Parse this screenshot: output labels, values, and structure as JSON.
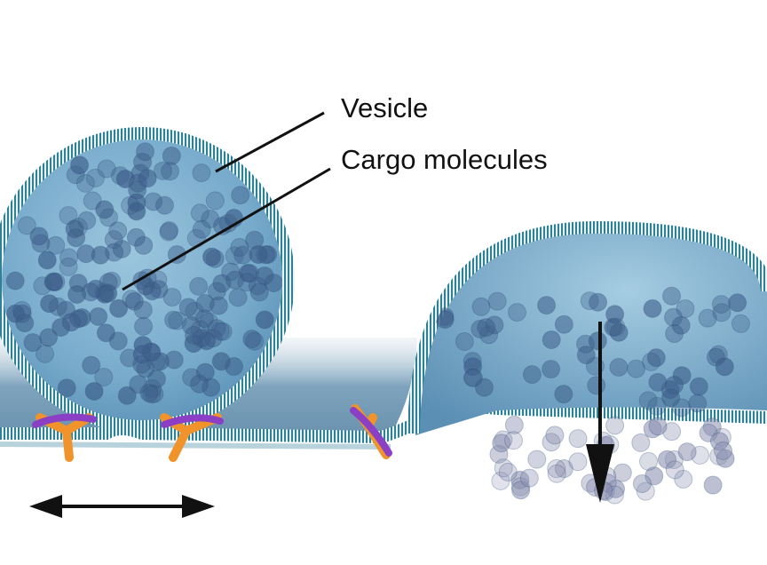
{
  "labels": {
    "vesicle": "Vesicle",
    "cargo": "Cargo molecules"
  },
  "colors": {
    "vesicle_fill": "#7fb2cf",
    "membrane": "#2f7f95",
    "cargo": "#3d5f8a",
    "snare_orange": "#f0932b",
    "snare_purple": "#8a3fc4",
    "arrow": "#111111"
  },
  "icons": {
    "lateral_arrow": "double-headed-arrow",
    "release_arrow": "down-arrow"
  }
}
